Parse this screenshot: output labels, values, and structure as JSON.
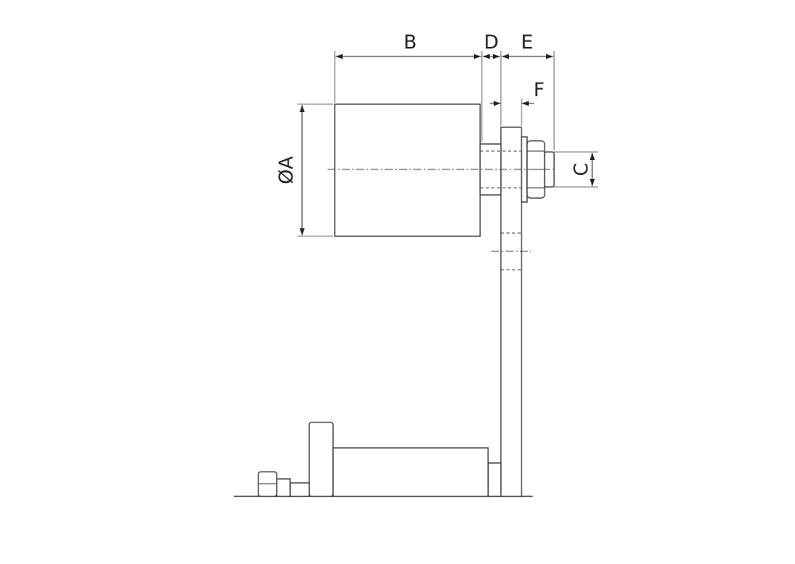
{
  "dimensions": {
    "a": "ØA",
    "b": "B",
    "c": "C",
    "d": "D",
    "e": "E",
    "f": "F"
  },
  "colors": {
    "line": "#333333",
    "background": "#ffffff"
  }
}
